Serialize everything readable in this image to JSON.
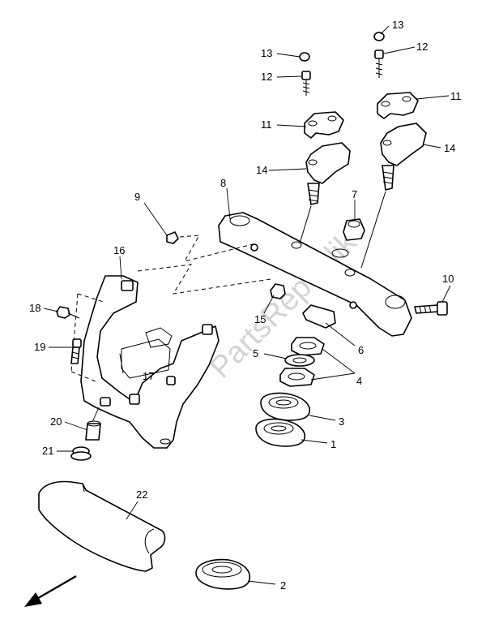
{
  "watermark": "PartsRepublik",
  "callouts": {
    "n1": "1",
    "n2": "2",
    "n3": "3",
    "n4": "4",
    "n5": "5",
    "n6": "6",
    "n7": "7",
    "n8": "8",
    "n9": "9",
    "n10": "10",
    "n11a": "11",
    "n11b": "11",
    "n12a": "12",
    "n12b": "12",
    "n13a": "13",
    "n13b": "13",
    "n14a": "14",
    "n14b": "14",
    "n15": "15",
    "n16": "16",
    "n17": "17",
    "n18": "18",
    "n19": "19",
    "n20": "20",
    "n21": "21",
    "n22": "22"
  },
  "colors": {
    "line": "#000000",
    "watermark": "#d4d4d4",
    "background": "#ffffff"
  },
  "icons": {
    "direction_arrow": "front-direction-arrow-icon"
  }
}
